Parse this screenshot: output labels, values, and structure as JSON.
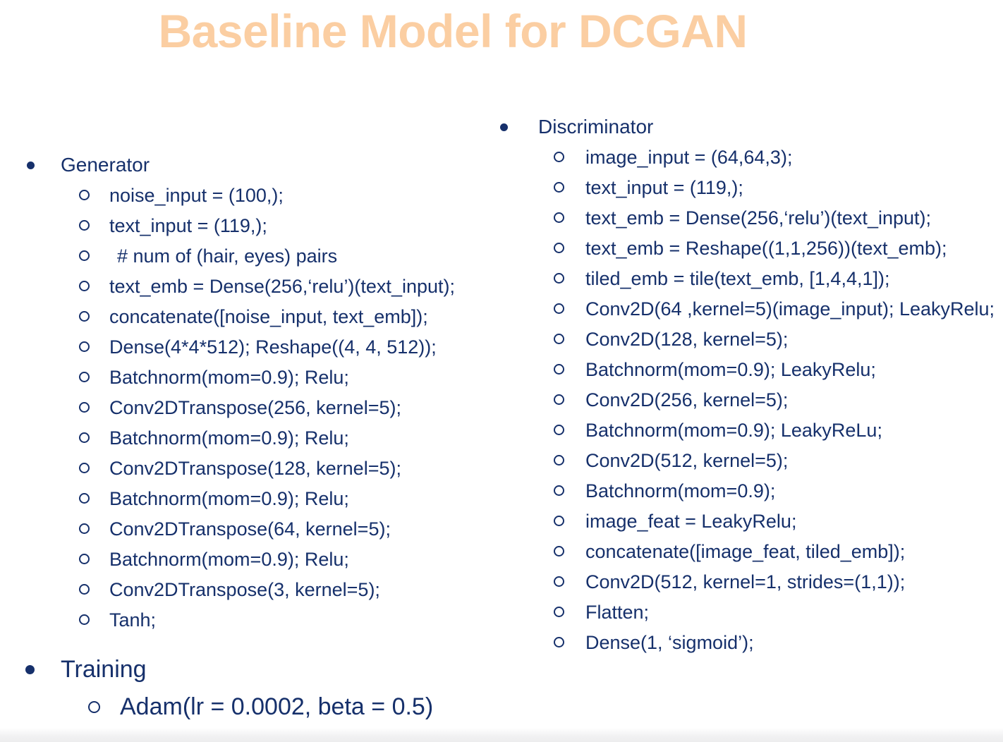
{
  "slide": {
    "title": "Baseline Model for DCGAN",
    "title_color": "#FBCEA2",
    "text_color": "#16306B",
    "background_color": "#FFFFFF"
  },
  "left_column": {
    "generator": {
      "heading": "Generator",
      "items": [
        "noise_input = (100,);",
        "text_input = (119,);",
        "# num of (hair, eyes) pairs",
        "text_emb = Dense(256,‘relu’)(text_input);",
        "concatenate([noise_input, text_emb]);",
        "Dense(4*4*512); Reshape((4, 4, 512));",
        "Batchnorm(mom=0.9); Relu;",
        "Conv2DTranspose(256, kernel=5);",
        "Batchnorm(mom=0.9); Relu;",
        "Conv2DTranspose(128, kernel=5);",
        "Batchnorm(mom=0.9); Relu;",
        "Conv2DTranspose(64, kernel=5);",
        "Batchnorm(mom=0.9); Relu;",
        "Conv2DTranspose(3, kernel=5);",
        "Tanh;"
      ]
    },
    "training": {
      "heading": "Training",
      "items": [
        "Adam(lr = 0.0002, beta = 0.5)"
      ]
    }
  },
  "right_column": {
    "discriminator": {
      "heading": "Discriminator",
      "items": [
        "image_input = (64,64,3);",
        "text_input = (119,);",
        "text_emb = Dense(256,‘relu’)(text_input);",
        "text_emb = Reshape((1,1,256))(text_emb);",
        "tiled_emb = tile(text_emb, [1,4,4,1]);",
        "Conv2D(64 ,kernel=5)(image_input); LeakyRelu;",
        "Conv2D(128, kernel=5);",
        "Batchnorm(mom=0.9); LeakyRelu;",
        "Conv2D(256, kernel=5);",
        "Batchnorm(mom=0.9); LeakyReLu;",
        "Conv2D(512, kernel=5);",
        "Batchnorm(mom=0.9);",
        "image_feat = LeakyRelu;",
        "concatenate([image_feat, tiled_emb]);",
        "Conv2D(512, kernel=1, strides=(1,1));",
        "Flatten;",
        "Dense(1, ‘sigmoid’);"
      ]
    }
  }
}
